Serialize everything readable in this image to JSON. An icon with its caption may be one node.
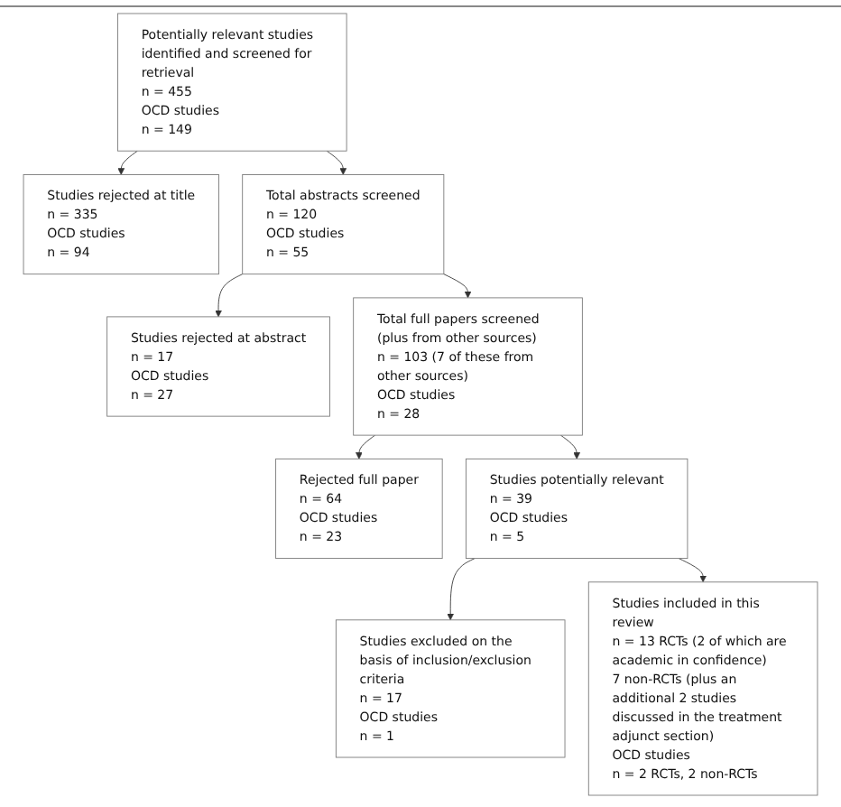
{
  "diagram": {
    "nodes": [
      {
        "text": [
          "Potentially relevant studies identified and screened for retrieval",
          "n = 455",
          "OCD studies",
          "n = 149"
        ]
      },
      {
        "text": [
          "Studies rejected at title",
          "n = 335",
          "OCD studies",
          "n = 94"
        ]
      },
      {
        "text": [
          "Total abstracts screened",
          "n = 120",
          "OCD studies",
          "n = 55"
        ]
      },
      {
        "text": [
          "Studies rejected at abstract",
          "n = 17",
          "OCD studies",
          "n = 27"
        ]
      },
      {
        "text": [
          "Total full papers screened (plus from other sources)",
          "n = 103 (7 of these from other sources)",
          "OCD studies",
          "n = 28"
        ]
      },
      {
        "text": [
          "Rejected full paper",
          "n = 64",
          "OCD studies",
          "n = 23"
        ]
      },
      {
        "text": [
          "Studies potentially relevant",
          "n = 39",
          "OCD studies",
          "n = 5"
        ]
      },
      {
        "text": [
          "Studies excluded on the basis of inclusion/exclusion criteria",
          "n = 17",
          "OCD studies",
          "n = 1"
        ]
      },
      {
        "text": [
          "Studies included in this review",
          "n = 13 RCTs (2 of which are academic in confidence)",
          "7 non-RCTs (plus an additional 2 studies discussed in the treatment adjunct section)",
          "OCD studies",
          "n = 2 RCTs, 2 non-RCTs"
        ]
      }
    ],
    "edges": [
      {
        "from": 0,
        "to": 1,
        "arrow": "to"
      },
      {
        "from": 0,
        "to": 2,
        "arrow": "to"
      },
      {
        "from": 2,
        "to": 3,
        "arrow": "to"
      },
      {
        "from": 2,
        "to": 4,
        "arrow": "to"
      },
      {
        "from": 4,
        "to": 5,
        "arrow": "to"
      },
      {
        "from": 4,
        "to": 6,
        "arrow": "to"
      },
      {
        "from": 6,
        "to": 7,
        "arrow": "to"
      },
      {
        "from": 6,
        "to": 8,
        "arrow": "to"
      }
    ]
  }
}
